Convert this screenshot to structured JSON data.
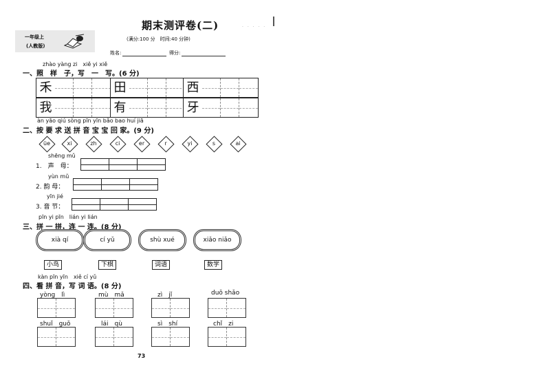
{
  "header": {
    "title": "期末测评卷(二)",
    "subtitle": "(满分:100 分　时间:40 分钟)",
    "grade_line1": "一年级上",
    "grade_line2": "(人教版)",
    "name_label": "姓名:",
    "score_label": "得分:"
  },
  "section1": {
    "pinyin": "zhào yàng zi　xiě yi xiě",
    "heading": "一、照　样　子，写　一　写。(6 分)",
    "chars": [
      "禾",
      "田",
      "西",
      "我",
      "有",
      "牙"
    ]
  },
  "section2": {
    "pinyin": "àn yāo qiú sòng pīn yīn bǎo bao huí jiā",
    "heading": "二、按 要 求 送 拼 音 宝 宝 回 家。(9 分)",
    "diamonds": [
      "üe",
      "xi",
      "zh",
      "ci",
      "er",
      "r",
      "yi",
      "s",
      "ai"
    ],
    "item1_pinyin": "shēng mǔ",
    "item1_label": "1.　声　母：",
    "item2_pinyin": "yùn mǔ",
    "item2_label": "2. 韵 母：",
    "item3_pinyin": "yīn jié",
    "item3_label": "3. 音 节："
  },
  "section3": {
    "pinyin": "pīn yi pīn　lián yi lián",
    "heading": "三、拼 一 拼，连 一 连。(8 分)",
    "clouds": [
      "xià qí",
      "cí yǔ",
      "shù xué",
      "xiǎo niǎo"
    ],
    "words": [
      "小鸟",
      "下棋",
      "词语",
      "数学"
    ]
  },
  "section4": {
    "pinyin": "kàn pīn yīn　xiě cí yǔ",
    "heading": "四、看 拼 音，写 词 语。(8 分)",
    "row1": [
      "yòng　lì",
      "mù　mǎ",
      "zì　jǐ",
      "duō shǎo"
    ],
    "row2": [
      "shuǐ　guǒ",
      "lái　qù",
      "sì　shí",
      "chǐ　zi"
    ]
  },
  "footer": {
    "page_number": "73"
  }
}
